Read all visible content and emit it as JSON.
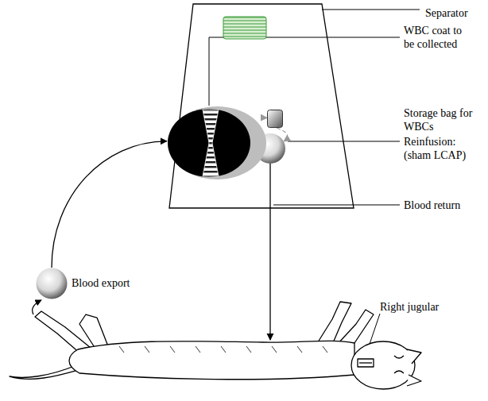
{
  "diagram": {
    "nodes": [
      {
        "text": [
          "Separator"
        ]
      },
      {
        "text": [
          "Storage bag for WBCs"
        ],
        "in": 0
      },
      {
        "text": [
          "Blood export"
        ]
      }
    ],
    "edges": [
      {
        "from": 2,
        "to": 0,
        "arrow": "to"
      },
      {
        "from": 0,
        "to": 1,
        "arrow": "to"
      }
    ],
    "labels": [
      "WBC coat to be collected",
      "Reinfusion: (sham LCAP)",
      "Blood return",
      "Right jugular"
    ]
  }
}
